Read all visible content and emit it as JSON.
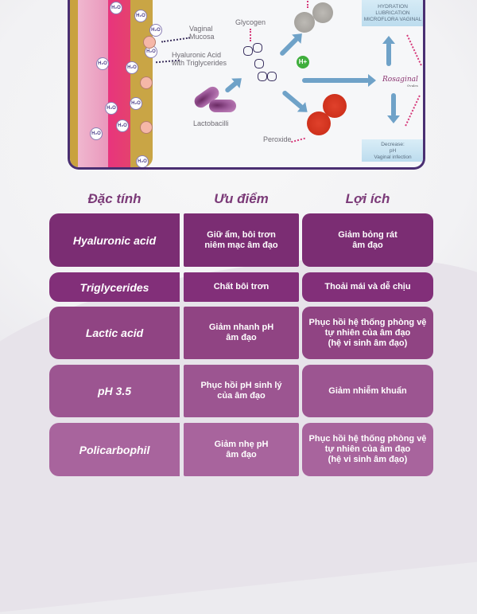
{
  "diagram": {
    "labels": {
      "vaginal_mucosa": "Vaginal\nMucosa",
      "vaginal_mucosa_line1": "Vaginal",
      "vaginal_mucosa_line2": "Mucosa",
      "hyaluronic_line1": "Hyaluronic Acid",
      "hyaluronic_line2": "with Triglycerides",
      "glycogen": "Glycogen",
      "lactobacilli": "Lactobacilli",
      "peroxide": "Peroxide",
      "h_plus": "H+",
      "water_bubble": "H₂O"
    },
    "increase_box": {
      "lines": [
        "HYDRATION",
        "LUBRICATION",
        "MICROFLORA VAGINAL"
      ]
    },
    "decrease_box": {
      "title": "Decrease:",
      "lines": [
        "pH",
        "Vaginal infection"
      ]
    },
    "brand": {
      "name": "Rosaginal",
      "sub": "Ovules"
    },
    "colors": {
      "border": "#4a2f72",
      "arrow": "#6fa2c8",
      "dotted_arrow": "#d6397a",
      "peroxide": "#c72a16",
      "h_plus": "#3fae3c"
    }
  },
  "table": {
    "headers": [
      "Đặc tính",
      "Ưu điểm",
      "Lợi ích"
    ],
    "rows": [
      {
        "property": "Hyaluronic acid",
        "advantage": [
          "Giữ ẩm, bôi trơn",
          "niêm mạc âm đạo"
        ],
        "benefit": [
          "Giảm bỏng rát",
          "âm đạo"
        ]
      },
      {
        "property": "Triglycerides",
        "advantage": [
          "Chất bôi trơn"
        ],
        "benefit": [
          "Thoải mái và dễ chịu"
        ]
      },
      {
        "property": "Lactic acid",
        "advantage": [
          "Giảm nhanh pH",
          "âm đạo"
        ],
        "benefit": [
          "Phục hồi hệ thống phòng vệ",
          "tự nhiên của âm đạo",
          "(hệ vi sinh âm đạo)"
        ]
      },
      {
        "property": "pH 3.5",
        "advantage": [
          "Phục hồi pH sinh lý",
          "của âm đạo"
        ],
        "benefit": [
          "Giảm nhiễm khuẩn"
        ]
      },
      {
        "property": "Policarbophil",
        "advantage": [
          "Giảm nhẹ pH",
          "âm đạo"
        ],
        "benefit": [
          "Phục hồi hệ thống phòng vệ",
          "tự nhiên của âm đạo",
          "(hệ vi sinh âm đạo)"
        ]
      }
    ],
    "header_color": "#7b3a78",
    "row_colors": [
      "#7b2d73",
      "#822f79",
      "#904483",
      "#9c5591",
      "#a8649d"
    ]
  }
}
